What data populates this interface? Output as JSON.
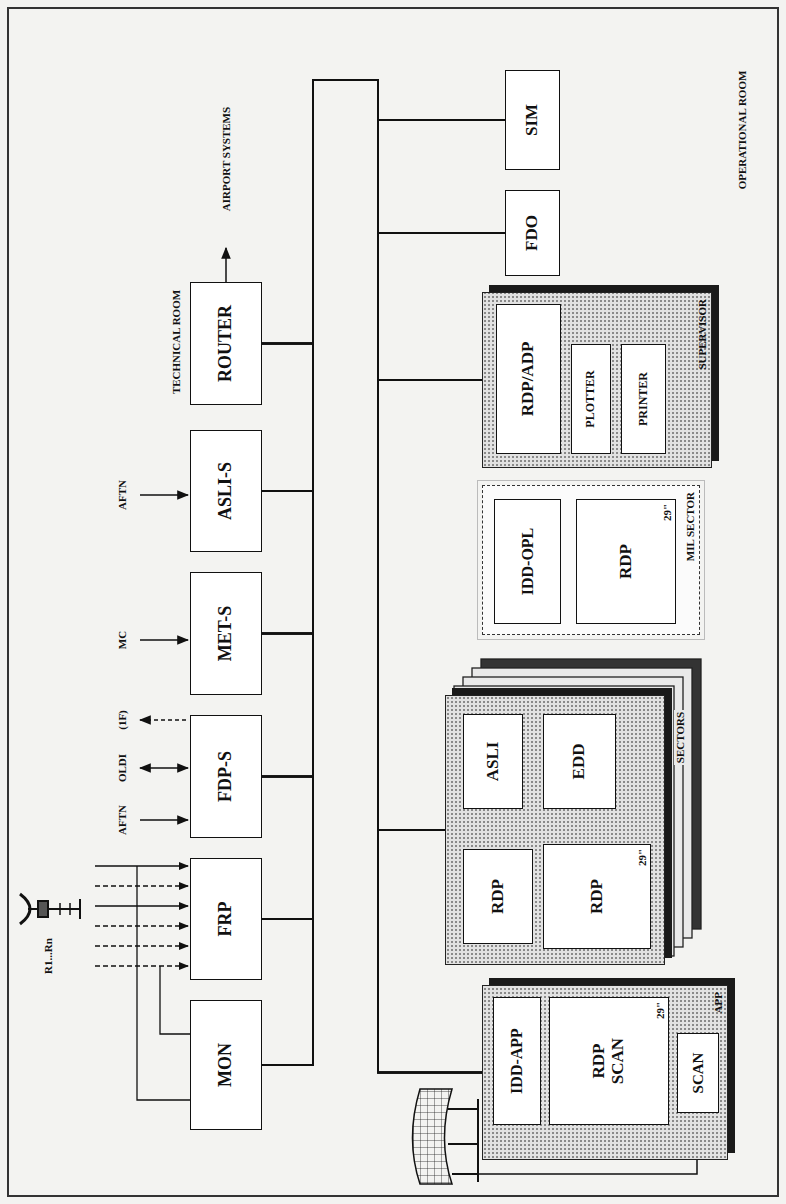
{
  "diagram": {
    "nodes": [
      {
        "text": [
          "MON"
        ]
      },
      {
        "text": [
          "FRP"
        ]
      },
      {
        "text": [
          "FDP-S"
        ]
      },
      {
        "text": [
          "MET-S"
        ]
      },
      {
        "text": [
          "ASLI-S"
        ]
      },
      {
        "text": [
          "ROUTER"
        ]
      },
      {
        "text": [
          "APP"
        ]
      },
      {
        "text": [
          "IDD-APP"
        ],
        "in": 6
      },
      {
        "text": [
          "RDP SCAN",
          "29\""
        ],
        "in": 6
      },
      {
        "text": [
          "SCAN"
        ],
        "in": 6
      },
      {
        "text": [
          "SECTORS"
        ]
      },
      {
        "text": [
          "RDP"
        ],
        "in": 10
      },
      {
        "text": [
          "ASLI"
        ],
        "in": 10
      },
      {
        "text": [
          "RDP",
          "29\""
        ],
        "in": 10
      },
      {
        "text": [
          "EDD"
        ],
        "in": 10
      },
      {
        "text": [
          "MIL SECTOR"
        ]
      },
      {
        "text": [
          "IDD-OPL"
        ],
        "in": 15
      },
      {
        "text": [
          "RDP",
          "29\""
        ],
        "in": 15
      },
      {
        "text": [
          "SUPERVISOR"
        ]
      },
      {
        "text": [
          "RDP/ADP"
        ],
        "in": 18
      },
      {
        "text": [
          "PLOTTER"
        ],
        "in": 18
      },
      {
        "text": [
          "PRINTER"
        ],
        "in": 18
      },
      {
        "text": [
          "FDO"
        ]
      },
      {
        "text": [
          "SIM"
        ]
      }
    ],
    "edges": [
      {
        "from": 0,
        "to": 1,
        "arrow": "none"
      },
      {
        "from": 0,
        "to": 2,
        "arrow": "none"
      },
      {
        "from": 0,
        "to": 3,
        "arrow": "none"
      },
      {
        "from": 0,
        "to": 4,
        "arrow": "none"
      },
      {
        "from": 0,
        "to": 5,
        "arrow": "none"
      },
      {
        "from": 0,
        "to": 6,
        "arrow": "none"
      },
      {
        "from": 0,
        "to": 10,
        "arrow": "none"
      },
      {
        "from": 0,
        "to": 18,
        "arrow": "none"
      },
      {
        "from": 0,
        "to": 22,
        "arrow": "none"
      },
      {
        "from": 0,
        "to": 23,
        "arrow": "none"
      },
      {
        "from": 1,
        "to": 2,
        "arrow": "none"
      },
      {
        "from": 1,
        "to": 3,
        "arrow": "none"
      },
      {
        "from": 1,
        "to": 4,
        "arrow": "none"
      },
      {
        "from": 1,
        "to": 5,
        "arrow": "none"
      },
      {
        "from": 1,
        "to": 6,
        "arrow": "none"
      },
      {
        "from": 1,
        "to": 10,
        "arrow": "none"
      },
      {
        "from": 1,
        "to": 18,
        "arrow": "none"
      },
      {
        "from": 1,
        "to": 22,
        "arrow": "none"
      },
      {
        "from": 1,
        "to": 23,
        "arrow": "none"
      },
      {
        "from": 2,
        "to": 3,
        "arrow": "none"
      },
      {
        "from": 2,
        "to": 4,
        "arrow": "none"
      },
      {
        "from": 2,
        "to": 5,
        "arrow": "none"
      },
      {
        "from": 2,
        "to": 6,
        "arrow": "none"
      },
      {
        "from": 2,
        "to": 10,
        "arrow": "none"
      },
      {
        "from": 2,
        "to": 18,
        "arrow": "none"
      },
      {
        "from": 2,
        "to": 22,
        "arrow": "none"
      },
      {
        "from": 2,
        "to": 23,
        "arrow": "none"
      },
      {
        "from": 3,
        "to": 4,
        "arrow": "none"
      },
      {
        "from": 3,
        "to": 5,
        "arrow": "none"
      },
      {
        "from": 3,
        "to": 6,
        "arrow": "none"
      },
      {
        "from": 3,
        "to": 10,
        "arrow": "none"
      },
      {
        "from": 3,
        "to": 18,
        "arrow": "none"
      },
      {
        "from": 3,
        "to": 22,
        "arrow": "none"
      },
      {
        "from": 3,
        "to": 23,
        "arrow": "none"
      },
      {
        "from": 4,
        "to": 5,
        "arrow": "none"
      },
      {
        "from": 4,
        "to": 6,
        "arrow": "none"
      },
      {
        "from": 4,
        "to": 10,
        "arrow": "none"
      },
      {
        "from": 4,
        "to": 18,
        "arrow": "none"
      },
      {
        "from": 4,
        "to": 22,
        "arrow": "none"
      },
      {
        "from": 4,
        "to": 23,
        "arrow": "none"
      },
      {
        "from": 5,
        "to": 6,
        "arrow": "none"
      },
      {
        "from": 5,
        "to": 10,
        "arrow": "none"
      },
      {
        "from": 5,
        "to": 18,
        "arrow": "none"
      },
      {
        "from": 5,
        "to": 22,
        "arrow": "none"
      },
      {
        "from": 5,
        "to": 23,
        "arrow": "none"
      },
      {
        "from": 6,
        "to": 10,
        "arrow": "none"
      },
      {
        "from": 6,
        "to": 18,
        "arrow": "none"
      },
      {
        "from": 6,
        "to": 22,
        "arrow": "none"
      },
      {
        "from": 6,
        "to": 23,
        "arrow": "none"
      },
      {
        "from": 10,
        "to": 18,
        "arrow": "none"
      },
      {
        "from": 10,
        "to": 22,
        "arrow": "none"
      },
      {
        "from": 10,
        "to": 23,
        "arrow": "none"
      },
      {
        "from": 18,
        "to": 22,
        "arrow": "none"
      },
      {
        "from": 18,
        "to": 23,
        "arrow": "none"
      },
      {
        "from": 22,
        "to": 23,
        "arrow": "none"
      }
    ],
    "labels": [
      "TECHNICAL ROOM",
      "AIRPORT SYSTEMS",
      "R1...Rn",
      "AFTN",
      "OLDI",
      "(1F)",
      "MC",
      "AFTN",
      "OPERATIONAL ROOM"
    ]
  }
}
